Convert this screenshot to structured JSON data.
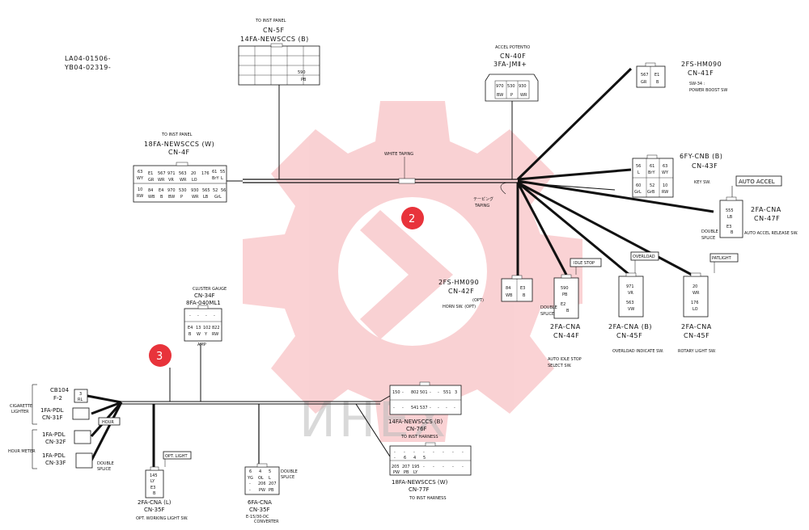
{
  "doc": {
    "ids": [
      "LA04-01506-",
      "YB04-02319-"
    ],
    "watermark": "ИНЕХ",
    "brand_color": "#e8333b"
  },
  "callouts": [
    "2",
    "3"
  ],
  "labels": {
    "white_taping": "WHITE TAPING",
    "taping_jp": "テーピング",
    "taping": "TAPING"
  },
  "connectors": {
    "cn5f": {
      "note": "TO INST PANEL",
      "id": "CN-5F",
      "part": "14FA-NEWSCCS (B)",
      "pins": [
        "590",
        "PB"
      ]
    },
    "cn4f": {
      "note": "TO INST PANEL",
      "part": "18FA-NEWSCCS (W)",
      "id": "CN-4F",
      "row1": [
        "E1",
        "567",
        "971",
        "563",
        "20",
        "176",
        "61",
        "55"
      ],
      "row1b": [
        "GR",
        "WR",
        "VR",
        "WR",
        "LO",
        "BrY",
        "L"
      ],
      "row2": [
        "84",
        "E4",
        "970",
        "530",
        "930",
        "565",
        "52",
        "56"
      ],
      "row2b": [
        "WB",
        "B",
        "BW",
        "P",
        "WR",
        "LB",
        "GrL"
      ],
      "left": [
        "63",
        "WY",
        "10",
        "RW"
      ]
    },
    "cn40f": {
      "note": "ACCEL POTENTIO",
      "id": "CN-40F",
      "part": "3FA-JMⅡ+",
      "pins": [
        "970",
        "530",
        "930"
      ],
      "colors": [
        "BW",
        "P",
        "WR"
      ]
    },
    "cn41f": {
      "part": "2FS-HM090",
      "id": "CN-41F",
      "pins": [
        "567",
        "E1"
      ],
      "colors": [
        "GR",
        "B"
      ],
      "desc": "SW-34 :",
      "desc2": "POWER BOOST SW"
    },
    "cn43f": {
      "part": "6FY-CNB (B)",
      "id": "CN-43F",
      "desc": "KEY SW.",
      "row1": [
        "56",
        "61",
        "63"
      ],
      "row1b": [
        "L",
        "BrY",
        "WY"
      ],
      "row2": [
        "60",
        "52",
        "10"
      ],
      "row2b": [
        "GrL",
        "GrB",
        "RW"
      ]
    },
    "cn47f": {
      "tag": "AUTO ACCEL",
      "part": "2FA-CNA",
      "id": "CN-47F",
      "pins": [
        "555",
        "LB",
        "E3",
        "B"
      ],
      "splice": "DOUBLE",
      "splice2": "SPLICE",
      "desc": "AUTO ACCEL RELEASE SW."
    },
    "cn42f": {
      "part": "2FS-HM090",
      "id": "CN-42F",
      "opt": "(OPT)",
      "desc": "HORN SW. (OPT)",
      "pins": [
        "84",
        "E3"
      ],
      "colors": [
        "WB",
        "B"
      ]
    },
    "cn44f": {
      "tag": "IDLE STOP",
      "part": "2FA-CNA",
      "id": "CN-44F",
      "pins": [
        "590",
        "PB",
        "E2",
        "B"
      ],
      "splice": "DOUBLE",
      "splice2": "SPLICE",
      "desc": "AUTO IDLE STOP",
      "desc2": "SELECT SW."
    },
    "cn45f_a": {
      "tag": "OVERLOAD",
      "part": "2FA-CNA (B)",
      "id": "CN-45F",
      "pins": [
        "971",
        "VR",
        "563",
        "VW"
      ],
      "desc": "OVERLOAD INDICATE SW."
    },
    "cn45f_b": {
      "tag": "PATLIGHT",
      "part": "2FA-CNA",
      "id": "CN-45F",
      "pins": [
        "20",
        "WR",
        "176",
        "LO"
      ],
      "desc": "ROTARY LIGHT SW."
    },
    "cn34f": {
      "note": "CLUSTER GAUGE",
      "id": "CN-34F",
      "part": "8FA-040ML1",
      "foot": "AMP",
      "row1": [
        "-",
        "-",
        "-",
        "-"
      ],
      "row2": [
        "E4",
        "13",
        "102",
        "822"
      ],
      "row3": [
        "B",
        "W",
        "Y",
        "RW"
      ]
    },
    "f2": {
      "id": "CB104",
      "part": "F-2",
      "pins": [
        "3",
        "RL"
      ]
    },
    "cn31f": {
      "part": "1FA-PDL",
      "id": "CN-31F",
      "desc": "CIGARETTE",
      "desc2": "LIGHTER"
    },
    "cn32f": {
      "part": "1FA-PDL",
      "id": "CN-32F",
      "tag": "HOUR"
    },
    "cn33f": {
      "part": "1FA-PDL",
      "id": "CN-33F",
      "desc": "HOUR METER",
      "splice": "DOUBLE",
      "splice2": "SPLICE"
    },
    "cn35f_l": {
      "tag": "OPT. LIGHT",
      "part": "2FA-CNA (L)",
      "id": "CN-35F",
      "desc": "OPT. WORKING LIGHT SW.",
      "pins": [
        "145",
        "LY",
        "E3",
        "B"
      ]
    },
    "cn35f": {
      "part": "6FA-CNA",
      "id": "CN-35F",
      "note": "E-15/30-DC",
      "note2": "CONVERTER",
      "splice": "DOUBLE",
      "splice2": "SPLICE",
      "row1": [
        "6",
        "4",
        "5"
      ],
      "row2": [
        "YG",
        "OL",
        "L"
      ],
      "row3": [
        "-",
        "206",
        "207"
      ],
      "row4": [
        "-",
        "PW",
        "PB"
      ]
    },
    "cn76f": {
      "part": "14FA-NEWSCCS (B)",
      "id": "CN-76F",
      "note": "TO INST HARNESS",
      "row1": [
        "150",
        "-",
        "802",
        "501",
        "-",
        "-",
        "551",
        "3"
      ],
      "row2": [
        "-",
        "-",
        "541",
        "537",
        "-",
        "-",
        "-",
        "-"
      ]
    },
    "cn77f": {
      "part": "18FA-NEWSCCS (W)",
      "id": "CN-77F",
      "note": "TO INST HARNESS",
      "row1": [
        "-",
        "-",
        "-",
        "-",
        "-",
        "-",
        "-",
        "-"
      ],
      "row2": [
        "-",
        "6",
        "4",
        "5",
        "-",
        "-",
        "-",
        "-"
      ],
      "row3": [
        "205",
        "207",
        "195",
        "-",
        "-",
        "-",
        "-",
        "-"
      ],
      "row4": [
        "PW",
        "PB",
        "LY",
        "-",
        "-",
        "-",
        "-",
        "-"
      ]
    }
  }
}
